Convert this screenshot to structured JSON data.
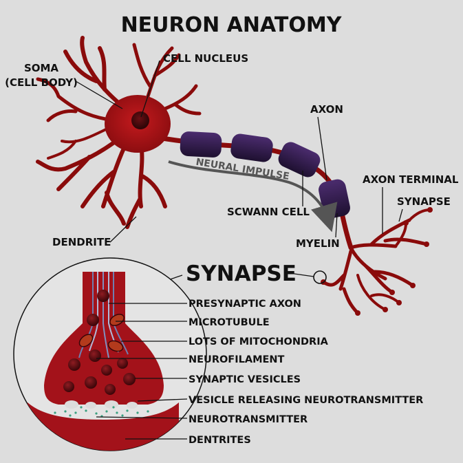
{
  "title": "NEURON ANATOMY",
  "labels": {
    "soma_line1": "SOMA",
    "soma_line2": "(CELL BODY)",
    "cell_nucleus": "CELL NUCLEUS",
    "axon": "AXON",
    "neural_impulse": "NEURAL IMPULSE",
    "axon_terminal": "AXON TERMINAL",
    "synapse_small": "SYNAPSE",
    "schwann_cell": "SCWANN CELL",
    "myelin": "MYELIN",
    "dendrite": "DENDRITE",
    "synapse_big": "SYNAPSE"
  },
  "synapse_detail": {
    "presynaptic_axon": "PRESYNAPTIC AXON",
    "microtubule": "MICROTUBULE",
    "mitochondria": "LOTS OF MITOCHONDRIA",
    "neurofilament": "NEUROFILAMENT",
    "synaptic_vesicles": "SYNAPTIC VESICLES",
    "vesicle_releasing": "VESICLE RELEASING NEUROTRANSMITTER",
    "neurotransmitter": "NEUROTRANSMITTER",
    "dentrites": "DENTRITES"
  },
  "colors": {
    "neuron_red": "#8a0b0b",
    "soma_red": "#a50f14",
    "myelin_purple": "#2e1a47",
    "background": "#dddddd"
  }
}
